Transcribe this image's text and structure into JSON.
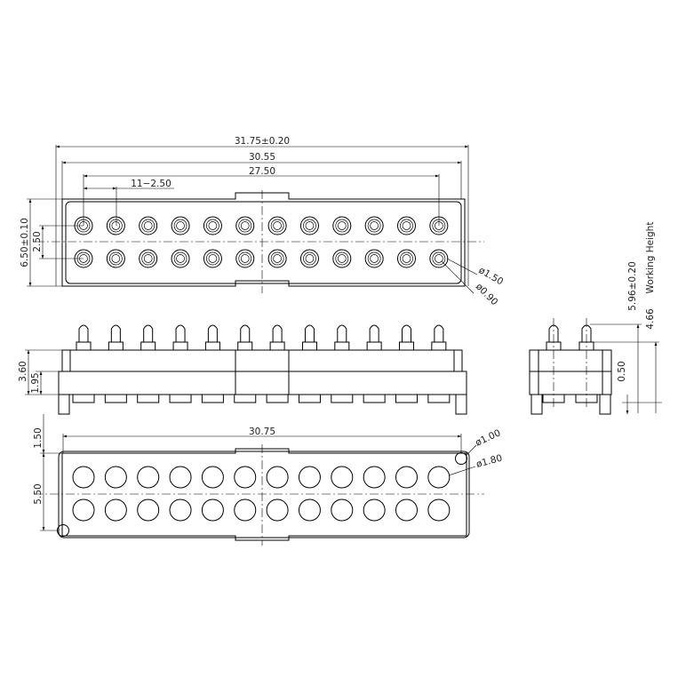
{
  "top_view": {
    "overall_length": "31.75±0.20",
    "body_length": "30.55",
    "pin_span": "27.50",
    "pitch": "11−2.50",
    "overall_width": "6.50±0.10",
    "row_spacing": "2.50",
    "pin_diameter": "ø1.50",
    "tip_diameter": "ø0.90"
  },
  "side_view": {
    "height": "3.60",
    "seat_height": "1.95"
  },
  "end_view": {
    "working_height_label": "Working Height",
    "total_height": "5.96±0.20",
    "working_height": "4.66",
    "offset": "0.50"
  },
  "pcb_layout": {
    "hole_span": "30.75",
    "edge_offset": "1.50",
    "row_distance": "5.50",
    "locating_hole_diameter": "ø1.00",
    "pad_diameter": "ø1.80"
  },
  "connector": {
    "pins_per_row": 12,
    "rows": 2
  }
}
